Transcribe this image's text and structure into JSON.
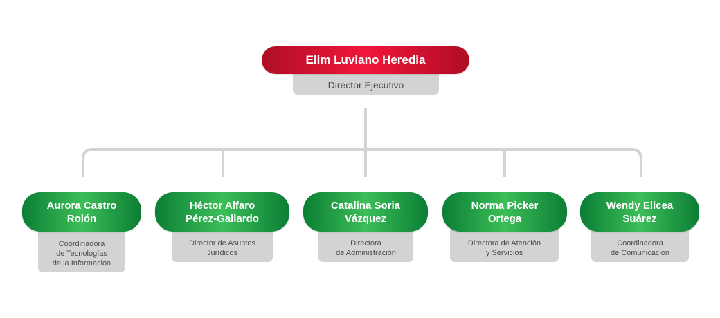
{
  "director": {
    "name": "Elim Luviano Heredia",
    "role": "Director Ejecutivo"
  },
  "reports": [
    {
      "name": "Aurora Castro\nRolón",
      "role": "Coordinadora\nde Tecnologías\nde la Información"
    },
    {
      "name": "Héctor Alfaro\nPérez-Gallardo",
      "role": "Director de Asuntos\nJurídicos"
    },
    {
      "name": "Catalina Soria\nVázquez",
      "role": "Directora\nde Administración"
    },
    {
      "name": "Norma Picker\nOrtega",
      "role": "Directora de Atención\ny Servicios"
    },
    {
      "name": "Wendy Elicea\nSuárez",
      "role": "Coordinadora\nde Comunicación"
    }
  ],
  "colors": {
    "director_pill": "#e0122f",
    "report_pill": "#1e9a45",
    "role_box": "#d1d3d4",
    "connector": "#d1d3d4"
  }
}
